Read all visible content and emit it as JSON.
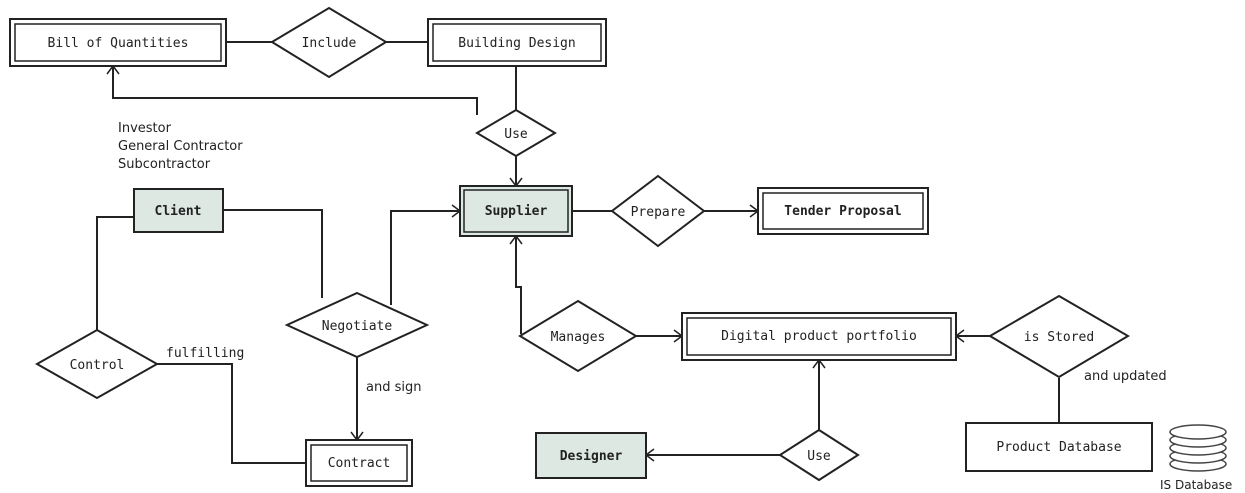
{
  "entities": {
    "bill_of_quantities": "Bill of Quantities",
    "building_design": "Building Design",
    "client": "Client",
    "supplier": "Supplier",
    "tender_proposal": "Tender Proposal",
    "digital_product_portfolio": "Digital product portfolio",
    "product_database": "Product Database",
    "designer": "Designer",
    "contract": "Contract"
  },
  "relationships": {
    "include": "Include",
    "use_top": "Use",
    "prepare": "Prepare",
    "negotiate": "Negotiate",
    "control": "Control",
    "manages": "Manages",
    "is_stored": "is Stored",
    "use_bottom": "Use"
  },
  "annotations": {
    "client_roles": [
      "Investor",
      "General Contractor",
      "Subcontractor"
    ],
    "fulfilling": "fulfilling",
    "and_sign": "and sign",
    "and_updated": "and updated",
    "is_database": "IS Database"
  }
}
